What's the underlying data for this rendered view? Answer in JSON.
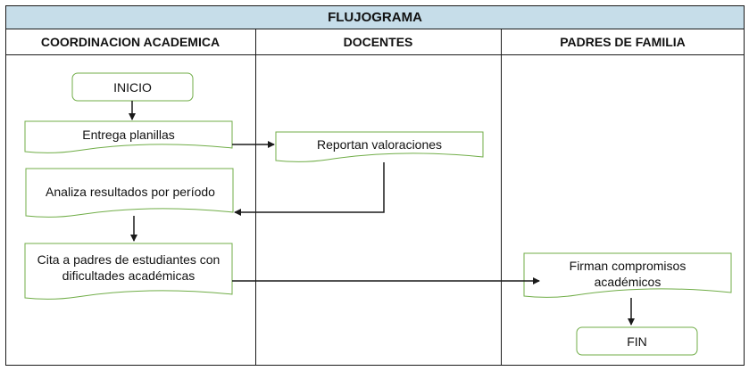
{
  "title": "FLUJOGRAMA",
  "lanes": [
    {
      "label": "COORDINACION ACADEMICA"
    },
    {
      "label": "DOCENTES"
    },
    {
      "label": "PADRES DE FAMILIA"
    }
  ],
  "nodes": {
    "inicio": "INICIO",
    "entrega": "Entrega planillas",
    "reportan": "Reportan valoraciones",
    "analiza": "Analiza resultados por período",
    "cita": "Cita a padres de estudiantes con dificultades académicas",
    "firman": "Firman compromisos académicos",
    "fin": "FIN"
  },
  "colors": {
    "title_bg": "#c6dde9",
    "node_border": "#70ad47",
    "line": "#1a1a1a"
  }
}
